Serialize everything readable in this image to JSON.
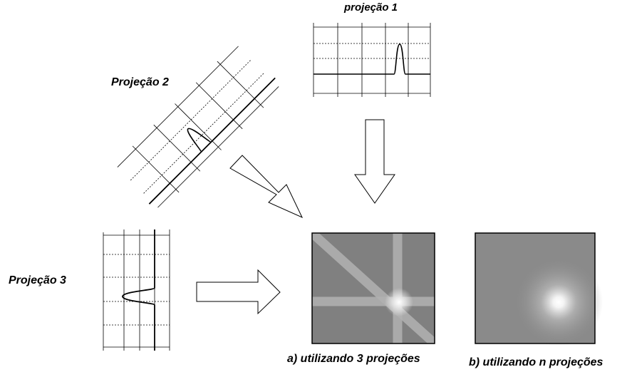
{
  "labels": {
    "projection_1": "projeção 1",
    "projection_2": "Projeção 2",
    "projection_3": "Projeção 3",
    "result_a": "a) utilizando 3 projeções",
    "result_b": "b) utilizando n projeções"
  },
  "colors": {
    "line": "#000000",
    "image_bg": "#808080",
    "streak": "#b4b4b4",
    "bright_spot": "#ffffff"
  }
}
